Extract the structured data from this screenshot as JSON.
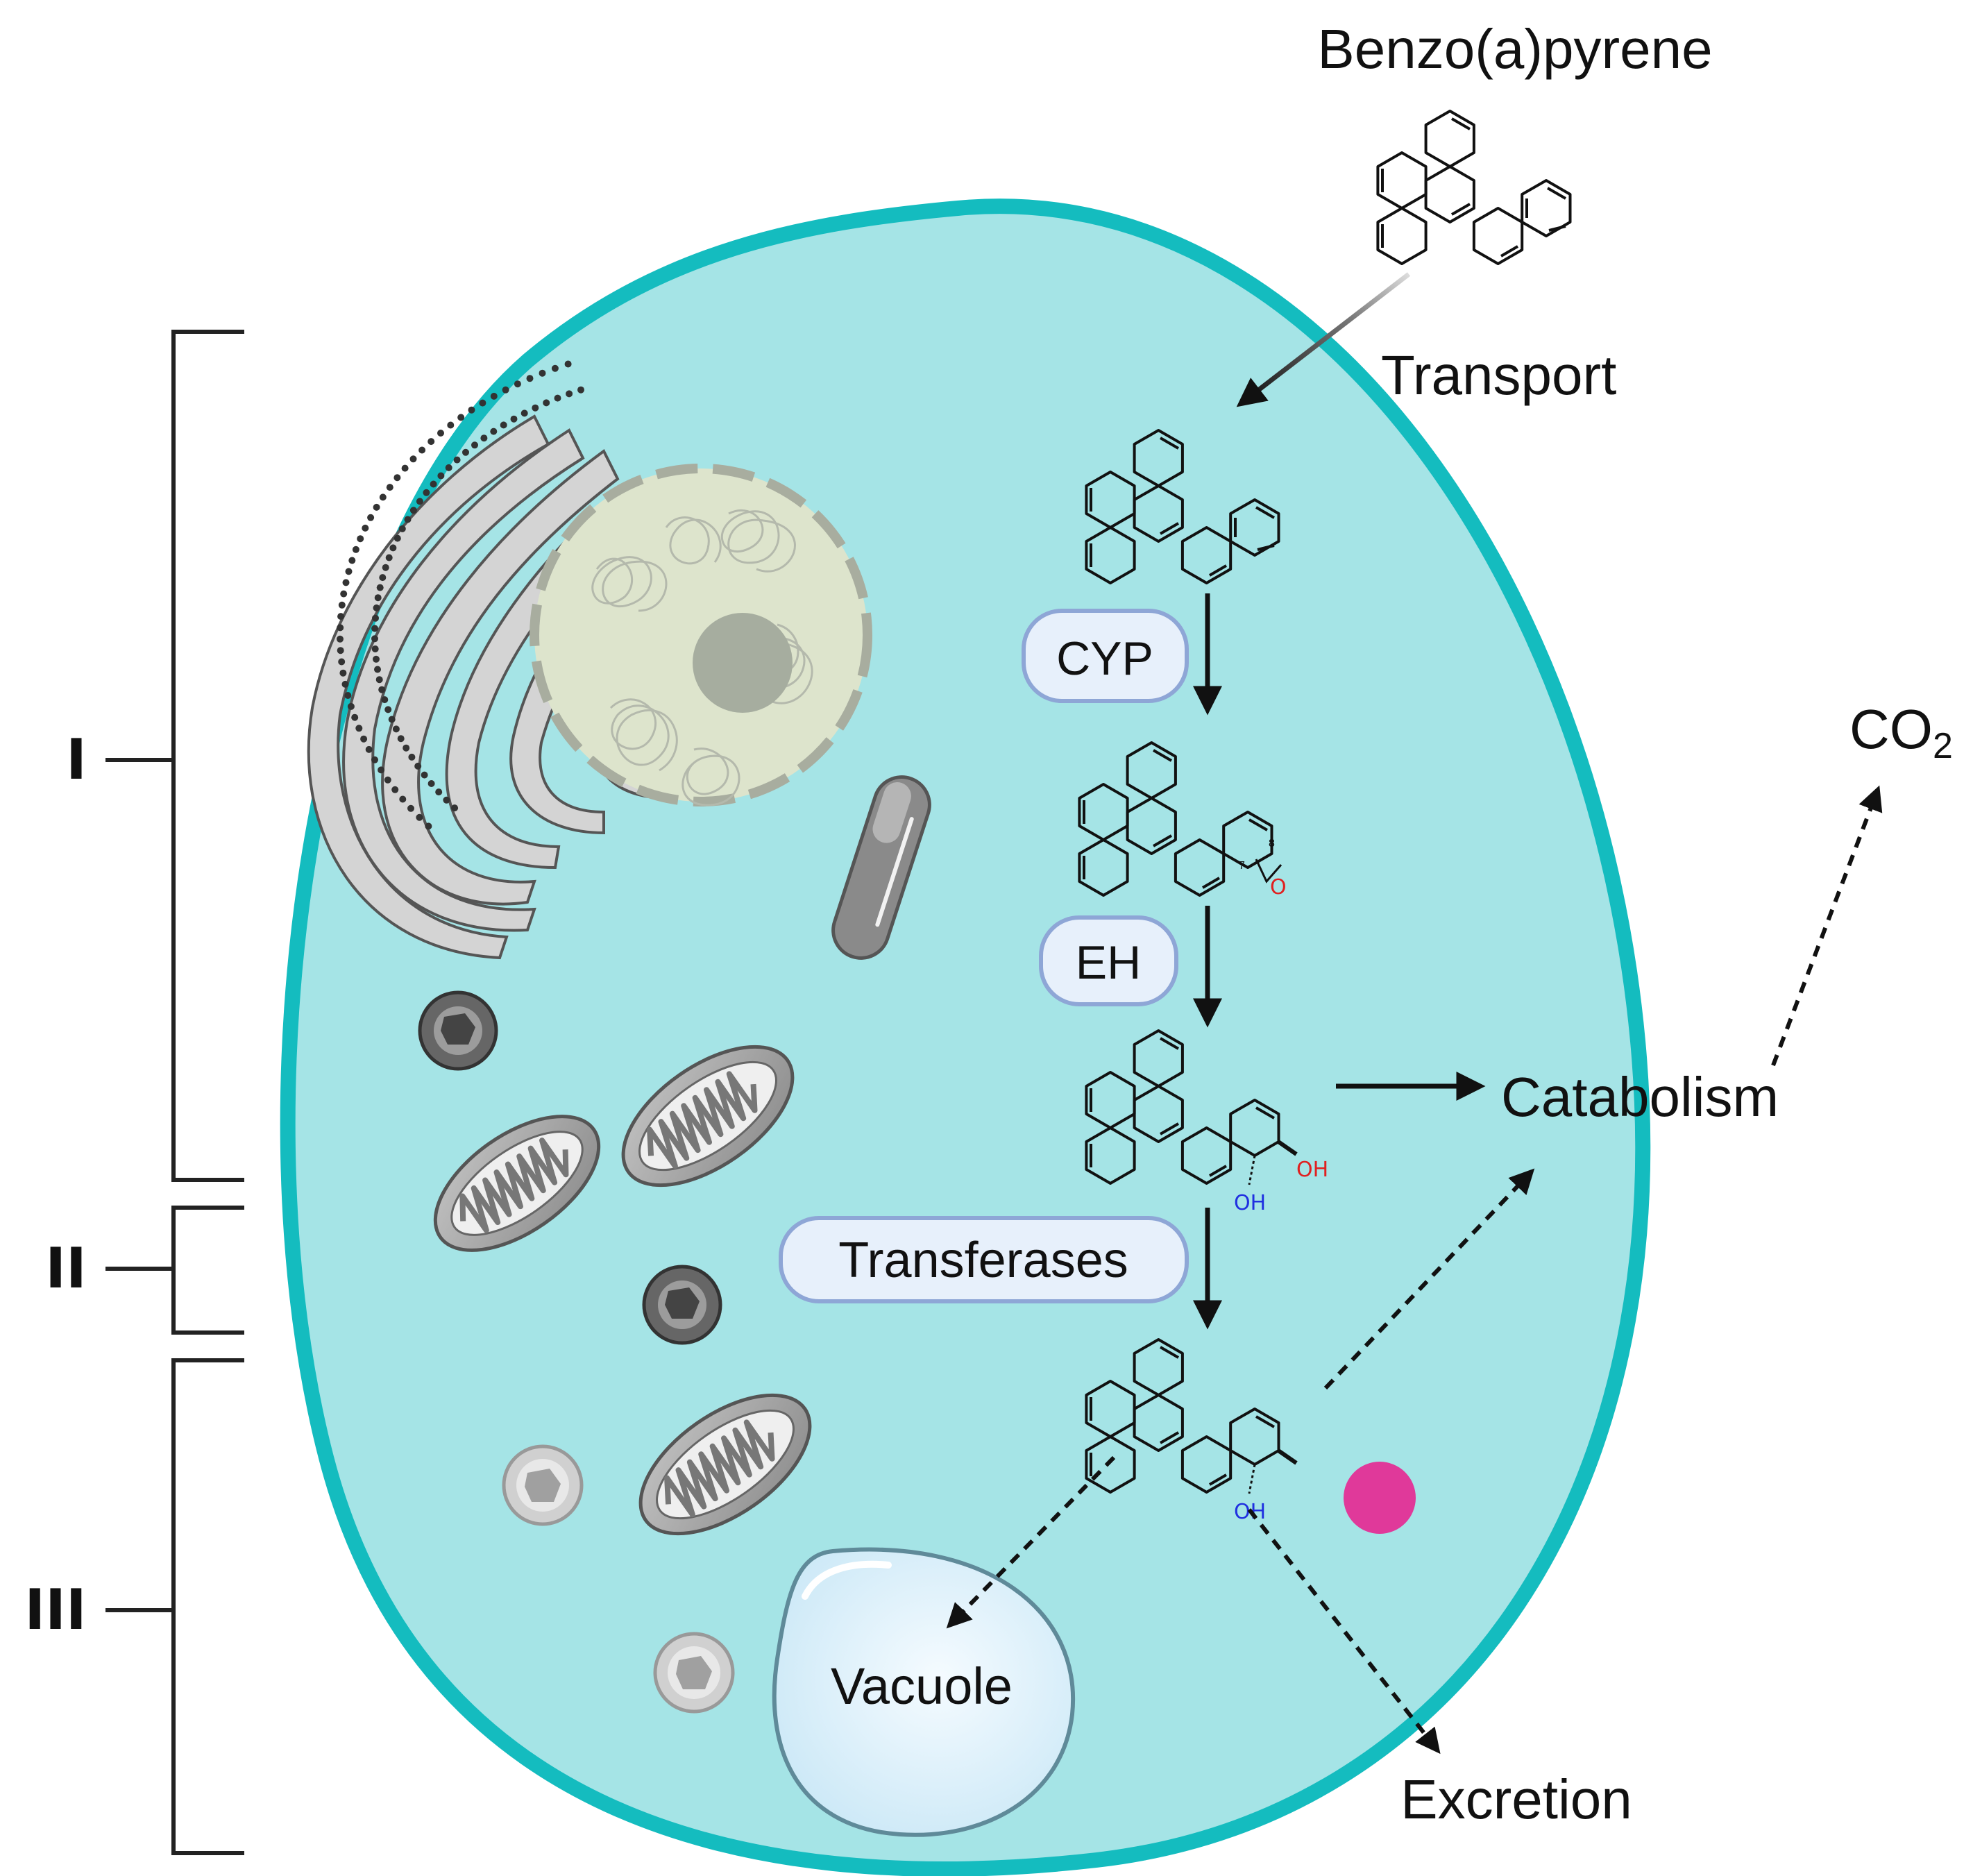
{
  "compound_label": "Benzo(a)pyrene",
  "steps": {
    "transport": "Transport",
    "enzyme_1": "CYP",
    "enzyme_2": "EH",
    "enzyme_3": "Transferases"
  },
  "fates": {
    "catabolism": "Catabolism",
    "co2_main": "CO",
    "co2_sub": "2",
    "vacuole": "Vacuole",
    "excretion": "Excretion"
  },
  "stages": [
    "I",
    "II",
    "III"
  ],
  "atom_labels": {
    "epoxide_o": "O",
    "hydroxyl": "OH",
    "c7": "7",
    "c8": "8"
  },
  "colors": {
    "cell_fill": "#a5e4e6",
    "cell_border": "#14bcbf",
    "pill_fill": "#e7f0fb",
    "pill_border": "#8ea6d6",
    "conjugate_dot": "#e0399a",
    "oxygen_red": "#e02020",
    "hydroxyl_blue": "#2030e0"
  },
  "icons": [
    "nucleus-icon",
    "endoplasmic-reticulum-icon",
    "mitochondrion-icon",
    "vesicle-icon",
    "lysosome-icon",
    "peroxisome-icon",
    "vacuole-icon"
  ]
}
